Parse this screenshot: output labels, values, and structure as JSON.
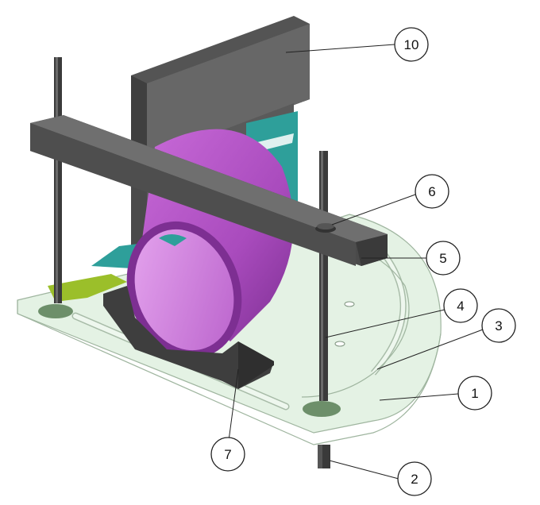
{
  "colors": {
    "plate": "#e6f3e6",
    "plate_edge": "#9fb59f",
    "dark_steel": "#4a4a4a",
    "steel_top": "#6b6b6b",
    "pipe_outer": "#b455c8",
    "pipe_inner": "#d68be3",
    "teal_bracket": "#2e9f9a",
    "foot_green": "#6d8f6a",
    "yellow_green": "#9bbf2a"
  },
  "callouts": [
    {
      "id": "c10",
      "label": "10"
    },
    {
      "id": "c6",
      "label": "6"
    },
    {
      "id": "c5",
      "label": "5"
    },
    {
      "id": "c4",
      "label": "4"
    },
    {
      "id": "c3",
      "label": "3"
    },
    {
      "id": "c1",
      "label": "1"
    },
    {
      "id": "c7",
      "label": "7"
    },
    {
      "id": "c2",
      "label": "2"
    }
  ]
}
